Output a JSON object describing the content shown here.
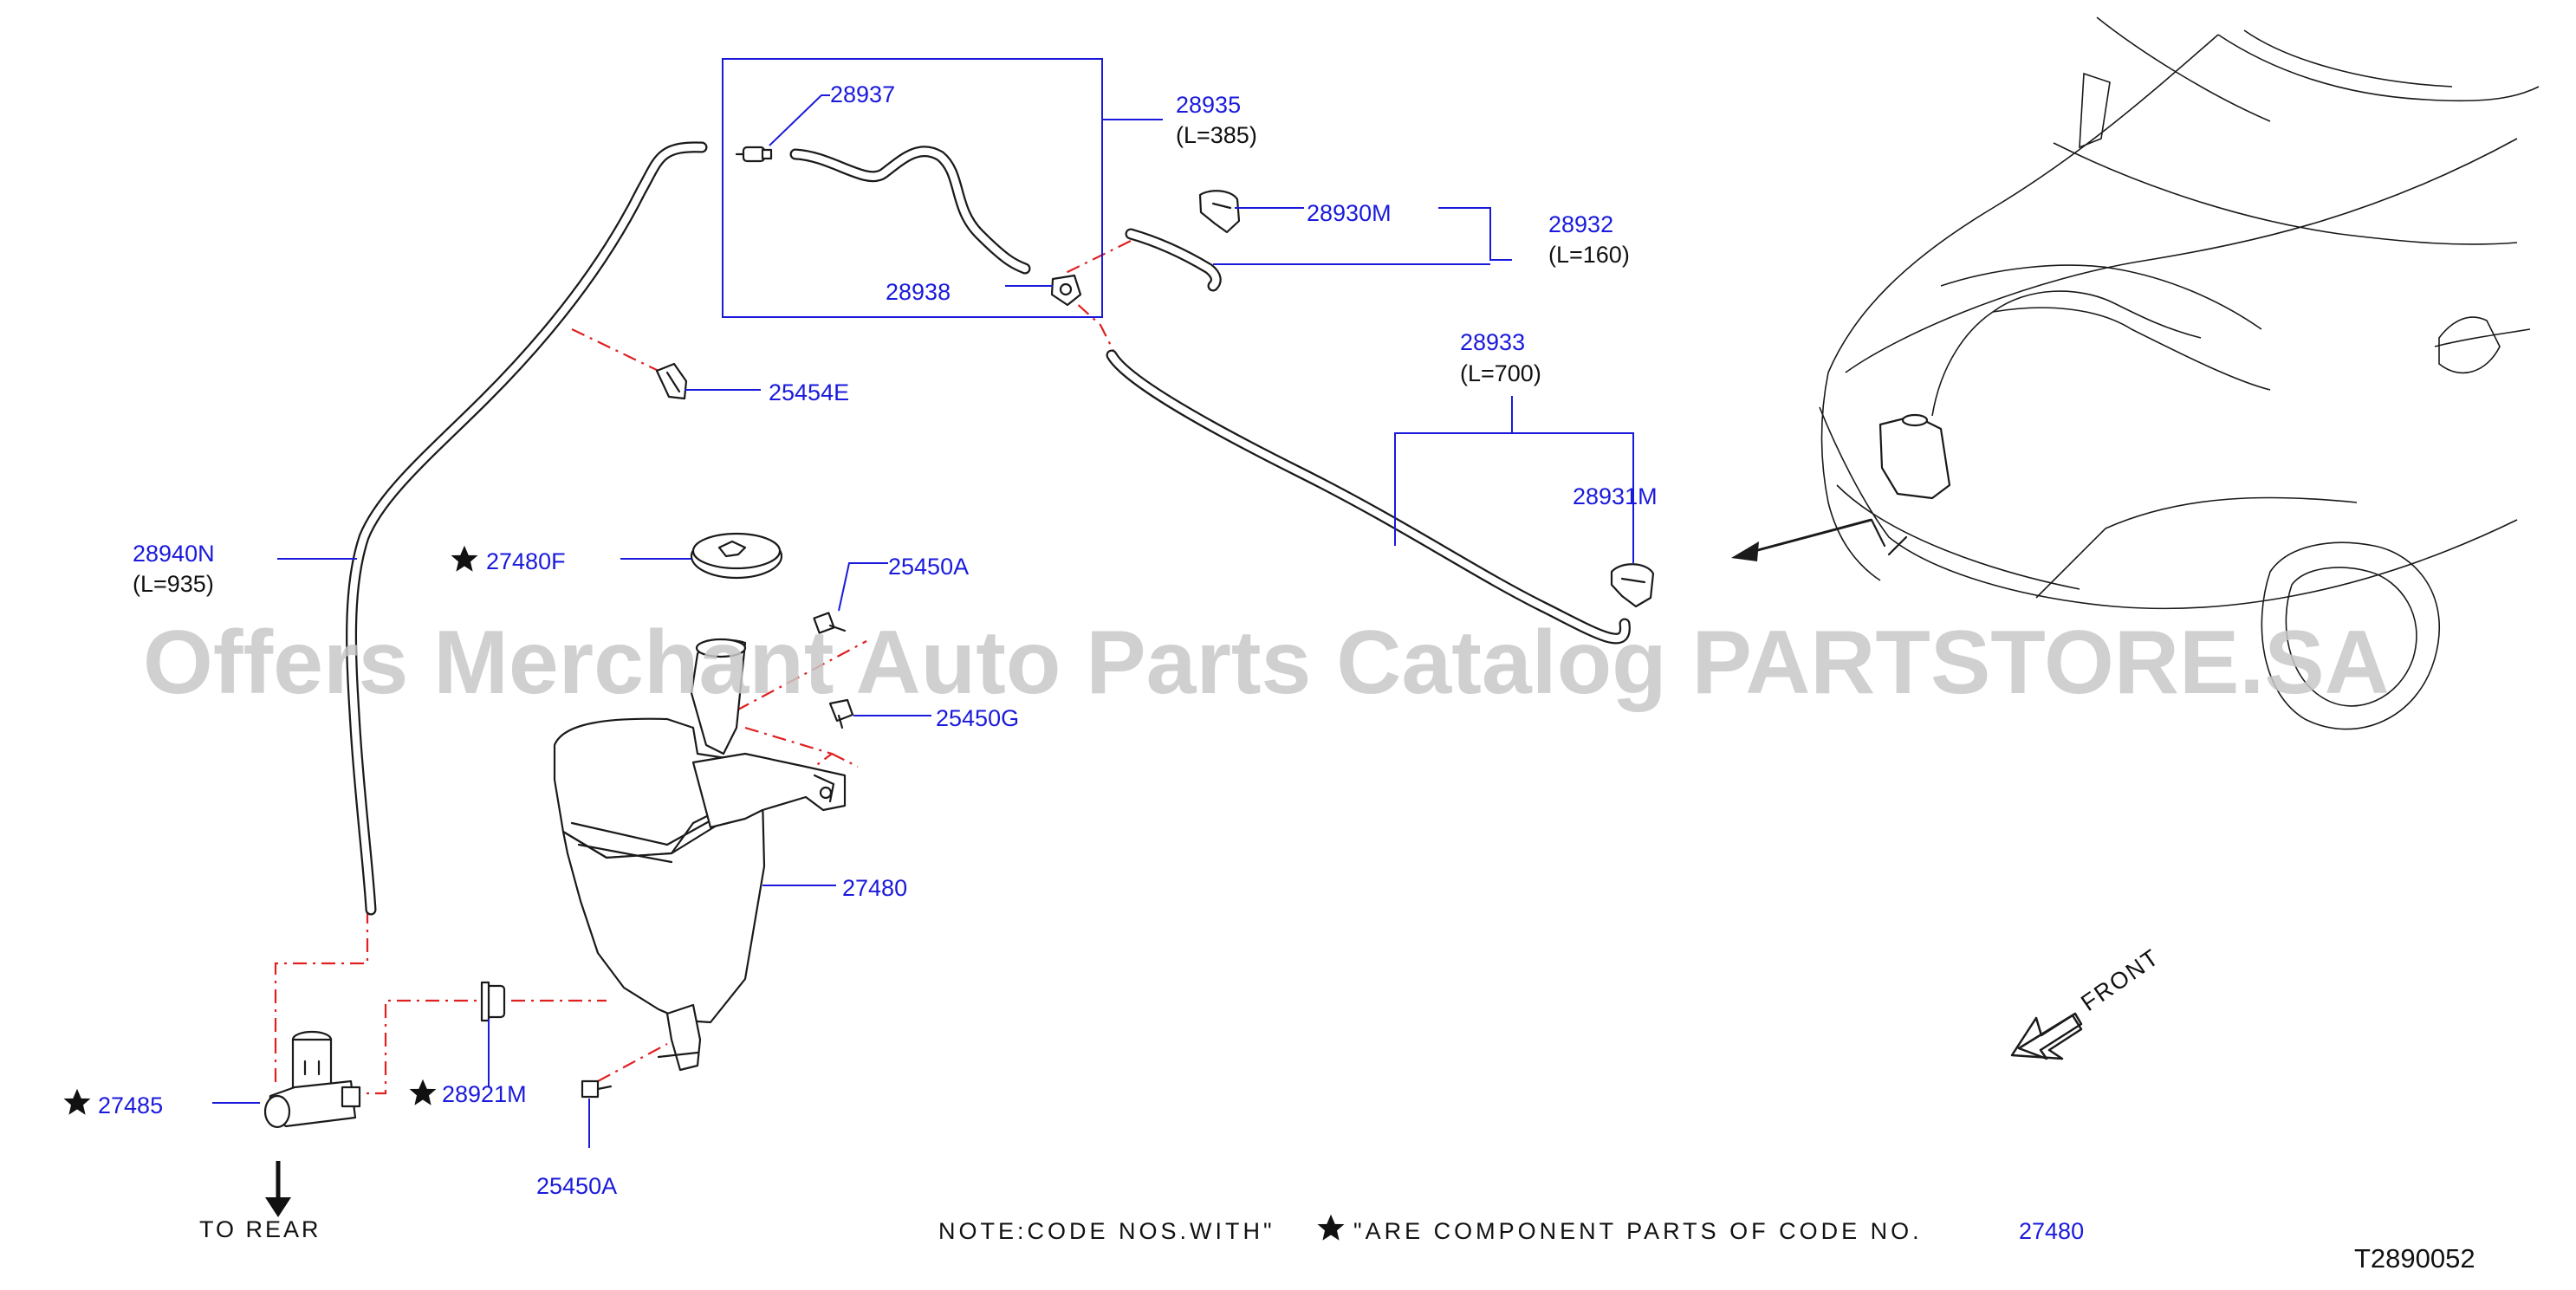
{
  "labels": {
    "p28937": "28937",
    "p28935": "28935",
    "l28935": "(L=385)",
    "p28930M": "28930M",
    "p28932": "28932",
    "l28932": "(L=160)",
    "p28938": "28938",
    "p25454E": "25454E",
    "p28933": "28933",
    "l28933": "(L=700)",
    "p28931M": "28931M",
    "p28940N": "28940N",
    "l28940N": "(L=935)",
    "p27480F": "27480F",
    "p25450A_top": "25450A",
    "p25450G": "25450G",
    "p27480": "27480",
    "p27485": "27485",
    "p28921M": "28921M",
    "p25450A_bottom": "25450A",
    "to_rear": "TO  REAR",
    "front": "FRONT",
    "note_text": "NOTE:CODE  NOS.WITH\"",
    "note_text2": "\"ARE  COMPONENT  PARTS  OF  CODE  NO.",
    "note_code": "27480",
    "diagram_id": "T2890052",
    "watermark": "Offers Merchant Auto Parts Catalog PARTSTORE.SA"
  },
  "colors": {
    "part_number": "#1a1adc",
    "connector_line": "#e02020",
    "drawing": "#1a1a1a",
    "watermark": "#c8c8c8"
  },
  "icons": {
    "component_marker": "star-icon",
    "direction": "arrow-icon"
  }
}
